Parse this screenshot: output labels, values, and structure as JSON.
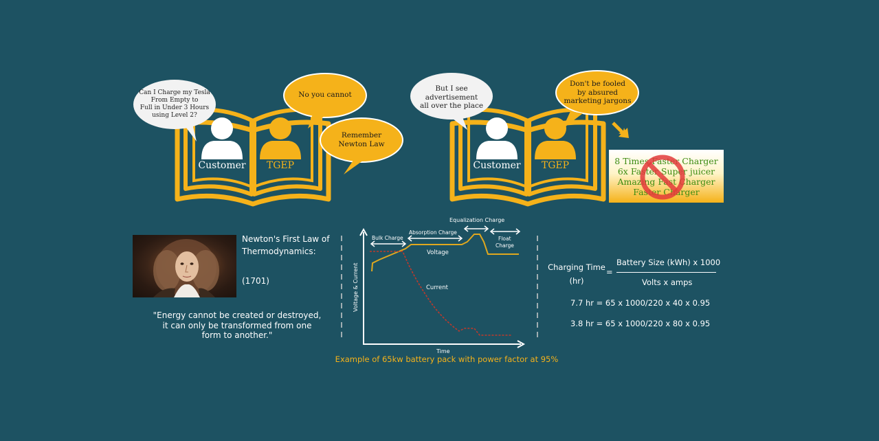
{
  "left_panel": {
    "customer_bubble": [
      "Can I Charge my Tesla",
      "From Empty to",
      "Full in Under 3 Hours",
      "using Level 2?"
    ],
    "reply_bubble_1": "No you cannot",
    "reply_bubble_2": [
      "Remember",
      "Newton Law"
    ],
    "customer_label": "Customer",
    "tgep_label": "TGEP"
  },
  "right_panel": {
    "customer_bubble": [
      "But I see advertisement",
      "all over the place"
    ],
    "reply_bubble": [
      "Don't be fooled",
      "by absured",
      "marketing jargons"
    ],
    "customer_label": "Customer",
    "tgep_label": "TGEP",
    "claims": [
      "8 Times Faster Charger",
      "6x Faster Super juicer",
      "Amazing Fast Charger",
      "Faster Charger"
    ]
  },
  "newton": {
    "title_lines": [
      "Newton's First Law of",
      "Thermodynamics:"
    ],
    "year": "(1701)",
    "quote_lines": [
      "\"Energy cannot be created or destroyed,",
      "it can only be transformed from one",
      "form to another.\""
    ]
  },
  "chart_data": {
    "type": "line",
    "title": "",
    "xlabel": "Time",
    "ylabel": "Voltage & Current",
    "phases": [
      "Bulk Charge",
      "Absorption Charge",
      "Equalization Charge",
      "Float Charge"
    ],
    "series": [
      {
        "name": "Voltage",
        "color": "#e0a81e"
      },
      {
        "name": "Current",
        "color": "#c0392b"
      }
    ],
    "caption": "Example of 65kw battery pack with power factor at 95%"
  },
  "formula": {
    "lhs_lines": [
      "Charging Time",
      "(hr)"
    ],
    "equals": "=",
    "numerator": "Battery Size (kWh) x 1000",
    "denominator": "Volts x amps",
    "example_1": "7.7 hr = 65 x 1000/220 x 40 x 0.95",
    "example_2": "3.8 hr = 65 x 1000/220 x 80 x 0.95"
  },
  "colors": {
    "background": "#1d5262",
    "accent": "#f5b21a",
    "bubble_white": "#f2f2f2",
    "claim_text": "#3d8c12",
    "ban": "#e33b3b"
  }
}
